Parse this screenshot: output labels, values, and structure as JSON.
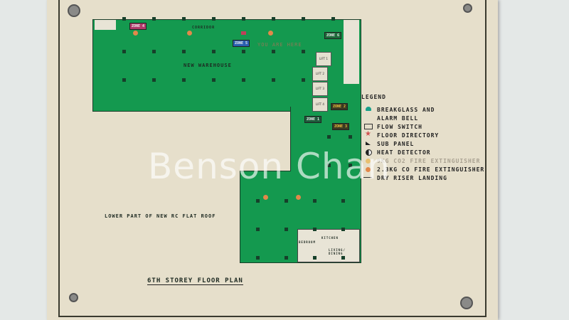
{
  "plan": {
    "title": "6TH STOREY FLOOR PLAN",
    "area_label": "NEW WAREHOUSE",
    "corridor_label": "CORRIDOR",
    "you_are_here": "YOU ARE HERE",
    "roof_label": "LOWER PART OF NEW RC FLAT ROOF",
    "zones": [
      "ZONE 4",
      "ZONE 5",
      "ZONE 6",
      "ZONE 2",
      "ZONE 1",
      "ZONE 3"
    ],
    "lifts": [
      "LIFT 1",
      "LIFT 2",
      "LIFT 3",
      "LIFT 4"
    ],
    "rooms": [
      "BEDROOM",
      "KITCHEN",
      "LIVING/ DINING"
    ]
  },
  "legend": {
    "title": "LEGEND",
    "items": [
      {
        "icon": "breakglass-icon",
        "label": "BREAKGLASS AND",
        "label2": "ALARM BELL"
      },
      {
        "icon": "flow-switch-icon",
        "label": "FLOW SWITCH"
      },
      {
        "icon": "floor-directory-icon",
        "label": "FLOOR DIRECTORY"
      },
      {
        "icon": "sub-panel-icon",
        "label": "SUB PANEL"
      },
      {
        "icon": "heat-detector-icon",
        "label": "HEAT DETECTOR"
      },
      {
        "icon": "extinguisher-icon",
        "label": "9KG CO2 FIRE EXTINGUISHER"
      },
      {
        "icon": "extinguisher-icon",
        "label": "2.3KG CO FIRE EXTINGUISHER"
      },
      {
        "icon": "dry-riser-icon",
        "label": "DRY RISER LANDING"
      }
    ]
  },
  "watermark": "Benson Chan",
  "colors": {
    "floor": "#14994f",
    "board": "#e6dfcb"
  }
}
